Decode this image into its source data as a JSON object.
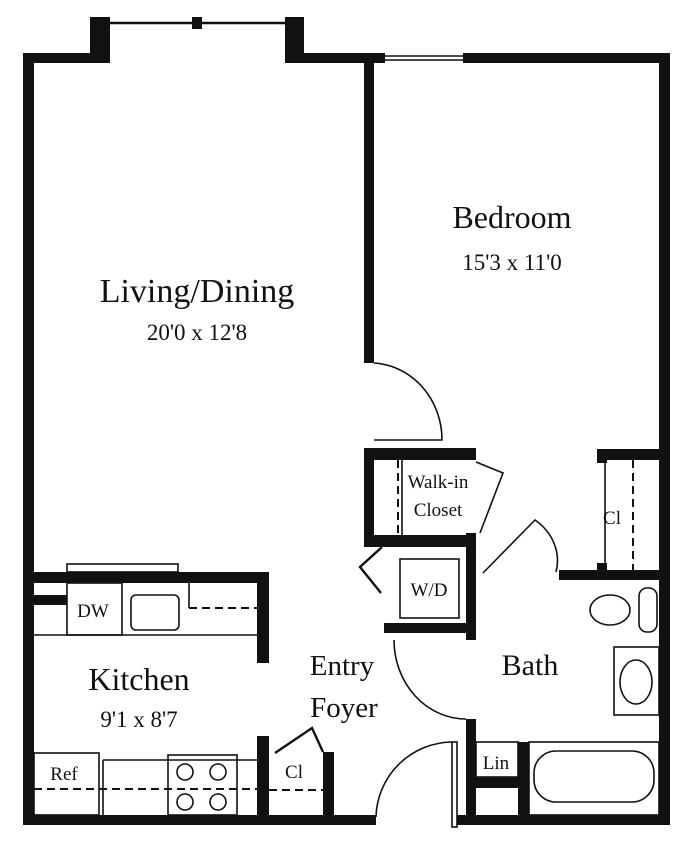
{
  "rooms": {
    "living": {
      "name": "Living/Dining",
      "size": "20'0 x 12'8"
    },
    "bedroom": {
      "name": "Bedroom",
      "size": "15'3 x 11'0"
    },
    "kitchen": {
      "name": "Kitchen",
      "size": "9'1 x 8'7"
    },
    "entry": {
      "line1": "Entry",
      "line2": "Foyer"
    },
    "bath": {
      "name": "Bath"
    },
    "walkin": {
      "line1": "Walk-in",
      "line2": "Closet"
    }
  },
  "fixtures": {
    "washer_dryer": "W/D",
    "dishwasher": "DW",
    "refrigerator": "Ref",
    "linen": "Lin",
    "bedroom_closet": "Cl",
    "kitchen_closet": "Cl"
  },
  "colors": {
    "walls": "#111111",
    "background": "#ffffff"
  }
}
